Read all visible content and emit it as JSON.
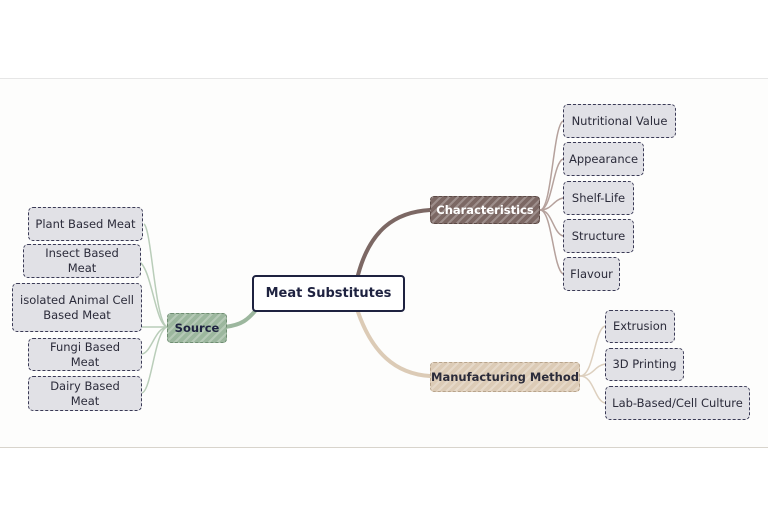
{
  "root": {
    "label": "Meat Substitutes"
  },
  "branches": {
    "source": {
      "label": "Source",
      "color": "#9cb79e",
      "items": [
        "Plant Based Meat",
        "Insect Based Meat",
        "isolated Animal Cell Based Meat",
        "Fungi Based Meat",
        "Dairy Based Meat"
      ]
    },
    "characteristics": {
      "label": "Characteristics",
      "color": "#7c6864",
      "items": [
        "Nutritional Value",
        "Appearance",
        "Shelf-Life",
        "Structure",
        "Flavour"
      ]
    },
    "manufacturing": {
      "label": "Manufacturing Method",
      "color": "#dccbb6",
      "items": [
        "Extrusion",
        "3D Printing",
        "Lab-Based/Cell Culture"
      ]
    }
  }
}
